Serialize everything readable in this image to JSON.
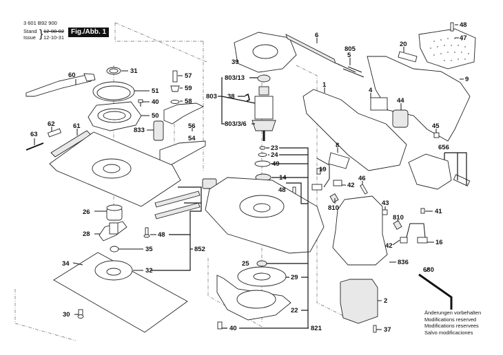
{
  "header": {
    "part_number": "3 601 B92 900",
    "stand_label": "Stand",
    "issue_label": "Issue",
    "old_date": "12-08-02",
    "new_date": "12-10-31",
    "figure_label": "Fig./Abb. 1"
  },
  "notes": [
    "Änderungen vorbehalten",
    "Modifications reserved",
    "Modifications reservees",
    "Salvo modificaciones"
  ],
  "callouts": {
    "c60": "60",
    "c31": "31",
    "c51": "51",
    "c40a": "40",
    "c50": "50",
    "c57": "57",
    "c59": "59",
    "c58": "58",
    "c56": "56",
    "c833": "833",
    "c54": "54",
    "c63": "63",
    "c62": "62",
    "c61": "61",
    "c26": "26",
    "c28": "28",
    "c35": "35",
    "c34": "34",
    "c32": "32",
    "c30": "30",
    "c48a": "48",
    "c852": "852",
    "c39": "39",
    "c803_13": "803/13",
    "c803": "803",
    "c38": "38",
    "c803_3_6": "803/3/6",
    "c23": "23",
    "c24": "24",
    "c49": "49",
    "c14": "14",
    "c48b": "48",
    "c25": "25",
    "c29": "29",
    "c22": "22",
    "c40b": "40",
    "c821": "821",
    "c6": "6",
    "c805": "805",
    "c5": "5",
    "c20": "20",
    "c48c": "48",
    "c47": "47",
    "c1": "1",
    "c4": "4",
    "c44": "44",
    "c9": "9",
    "c45": "45",
    "c656": "656",
    "c8": "8",
    "c19": "19",
    "c42a": "42",
    "c46": "46",
    "c810a": "810",
    "c43": "43",
    "c41": "41",
    "c810b": "810",
    "c42b": "42",
    "c16": "16",
    "c836": "836",
    "c680": "680",
    "c2": "2",
    "c37": "37"
  }
}
